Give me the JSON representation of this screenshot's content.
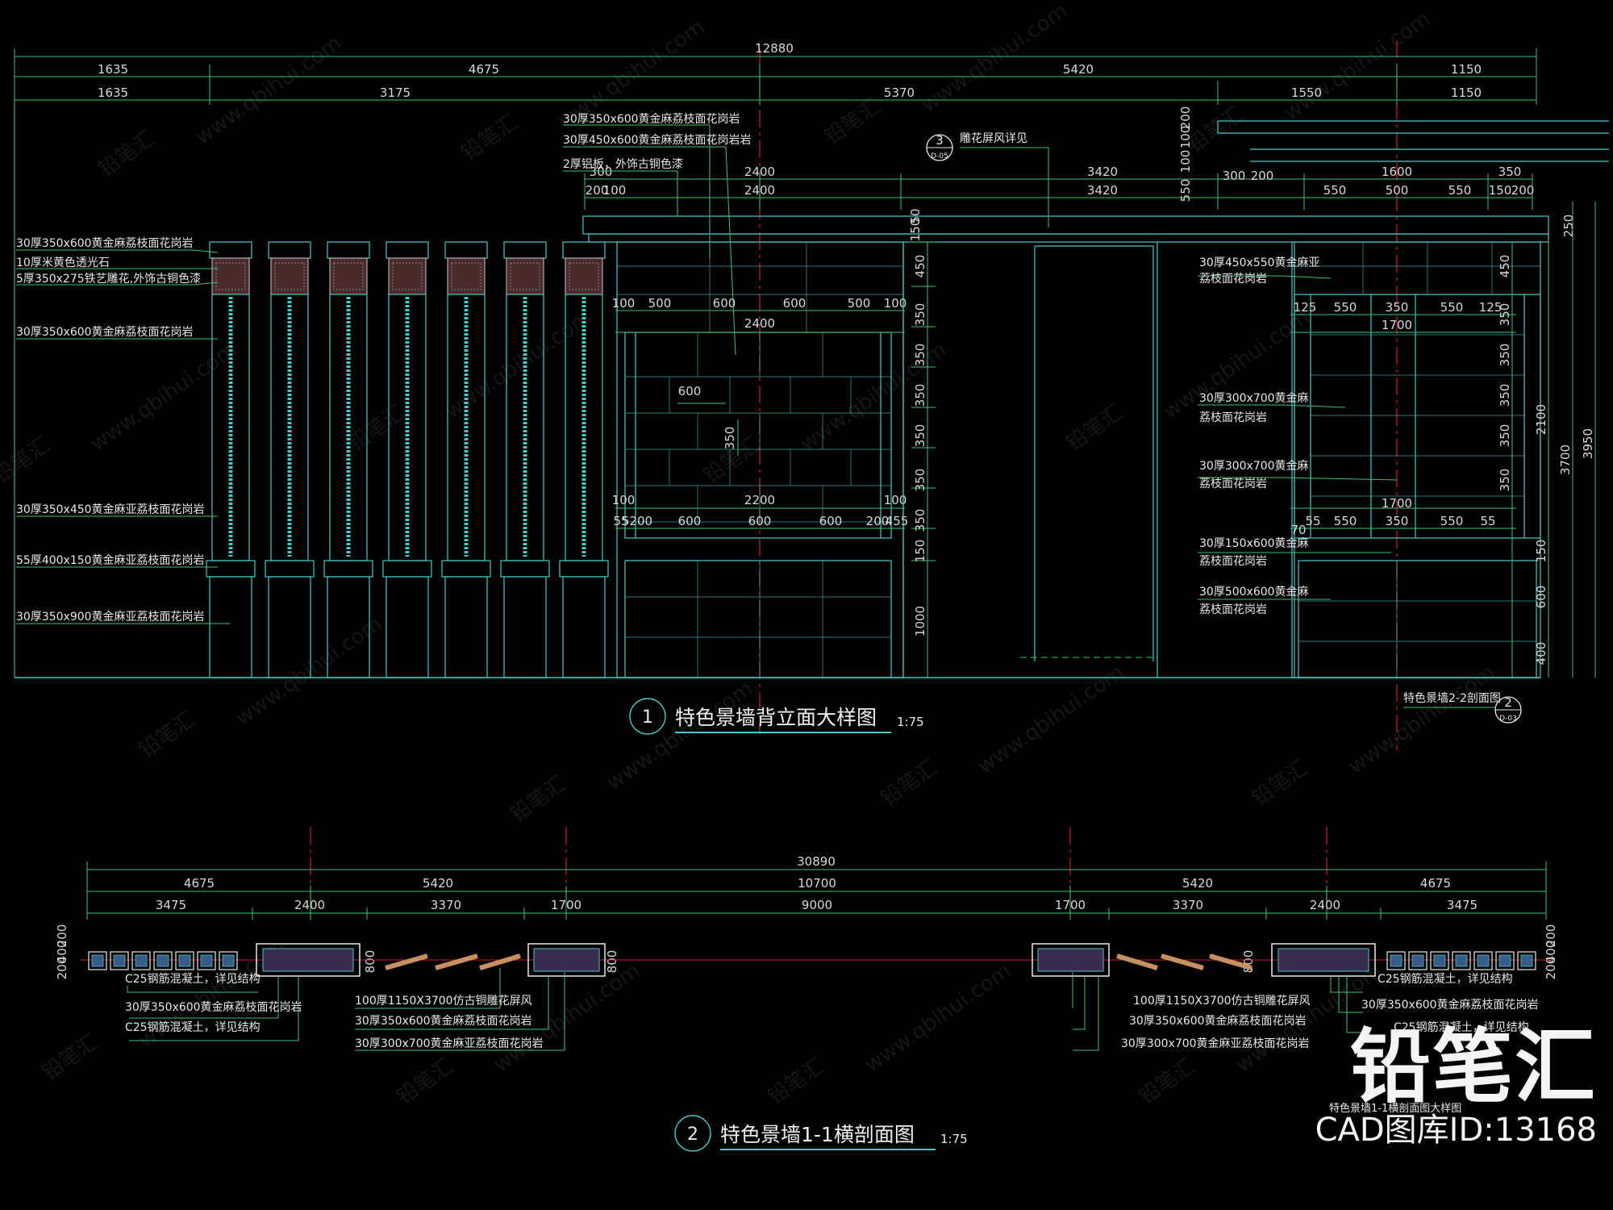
{
  "view1": {
    "number": "1",
    "title": "特色景墙背立面大样图",
    "scale": "1:75",
    "top_overall": "12880",
    "row1": [
      "1635",
      "4675",
      "5420",
      "1150"
    ],
    "row2": [
      "1635",
      "3175",
      "5370",
      "1550",
      "1150"
    ],
    "mid_row_a": [
      "2400",
      "3420",
      "1600",
      "350"
    ],
    "mid_row_b": [
      "200",
      "100",
      "2400",
      "3420",
      "550",
      "300",
      "200",
      "550",
      "500",
      "550",
      "150",
      "200"
    ],
    "mid_left_300": "300",
    "vert_top": [
      "100",
      "200",
      "100",
      "550",
      "50",
      "150",
      "50",
      "50",
      "250"
    ],
    "screen_inner_top": [
      "100",
      "500",
      "600",
      "600",
      "500",
      "100"
    ],
    "screen_inner_2400": "2400",
    "screen_inner_bottom_2200": "2200",
    "screen_inner_bottom": [
      "55",
      "5200",
      "600",
      "600",
      "600",
      "200",
      "455"
    ],
    "screen_inner_bottom_100a": "100",
    "screen_inner_bottom_100b": "100",
    "inner_600": "600",
    "inner_350": "350",
    "left_vert": [
      "450",
      "350",
      "350",
      "350",
      "350",
      "350",
      "350",
      "150",
      "1000"
    ],
    "right_panel_top": [
      "125",
      "550",
      "350",
      "550",
      "125"
    ],
    "right_panel_1700a": "1700",
    "right_panel_1700b": "1700",
    "right_panel_bottom": [
      "70",
      "55",
      "550",
      "350",
      "550",
      "55"
    ],
    "right_vert": [
      "450",
      "350",
      "350",
      "350",
      "350",
      "350",
      "150",
      "600",
      "400"
    ],
    "right_vert_outer": [
      "2100",
      "3700",
      "3950"
    ],
    "callout_3": {
      "num": "3",
      "sub": "D-05",
      "text": "雕花屏风详见"
    },
    "callout_2": {
      "num": "2",
      "sub": "D-03",
      "text": "特色景墙2-2剖面图"
    },
    "left_notes": [
      "30厚350x600黄金麻荔枝面花岗岩",
      "10厚米黄色透光石",
      "5厚350x275铁艺雕花,外饰古铜色漆",
      "30厚350x600黄金麻荔枝面花岗岩",
      "30厚350x450黄金麻亚荔枝面花岗岩",
      "55厚400x150黄金麻亚荔枝面花岗岩",
      "30厚350x900黄金麻亚荔枝面花岗岩"
    ],
    "top_notes": [
      "30厚350x600黄金麻荔枝面花岗岩",
      "30厚450x600黄金麻荔枝面花岗岩岩",
      "2厚铝板，外饰古铜色漆"
    ],
    "right_notes": [
      [
        "30厚450x550黄金麻亚",
        "荔枝面花岗岩"
      ],
      [
        "30厚300x700黄金麻",
        "荔枝面花岗岩"
      ],
      [
        "30厚300x700黄金麻",
        "荔枝面花岗岩"
      ],
      [
        "30厚150x600黄金麻",
        "荔枝面花岗岩"
      ],
      [
        "30厚500x600黄金麻",
        "荔枝面花岗岩"
      ]
    ]
  },
  "view2": {
    "number": "2",
    "title": "特色景墙1-1横剖面图",
    "scale": "1:75",
    "overall": "30890",
    "row1": [
      "4675",
      "5420",
      "10700",
      "5420",
      "4675"
    ],
    "row2": [
      "3475",
      "2400",
      "3370",
      "1700",
      "9000",
      "1700",
      "3370",
      "2400",
      "3475"
    ],
    "side_dims_left": [
      "200",
      "400",
      "200"
    ],
    "side_dims_right": [
      "200",
      "400",
      "200"
    ],
    "box_800": "800",
    "left_notes": [
      "C25钢筋混凝土，详见结构",
      "30厚350x600黄金麻荔枝面花岗岩",
      "C25钢筋混凝土，详见结构"
    ],
    "mid_left_notes": [
      "100厚1150X3700仿古铜雕花屏风",
      "30厚350x600黄金麻荔枝面花岗岩",
      "30厚300x700黄金麻亚荔枝面花岗岩"
    ],
    "mid_right_notes": [
      "100厚1150X3700仿古铜雕花屏风",
      "30厚350x600黄金麻荔枝面花岗岩",
      "30厚300x700黄金麻亚荔枝面花岗岩"
    ],
    "right_notes": [
      "C25钢筋混凝土，详见结构",
      "30厚350x600黄金麻荔枝面花岗岩",
      "C25钢筋混凝土，详见结构"
    ],
    "hidden_note": "特色景墙1-1横剖面图大样图"
  },
  "watermark": {
    "site": "www.qbihui.com",
    "brand": "铅笔汇"
  },
  "branding": {
    "name": "铅笔汇",
    "id_text": "CAD图库ID:13168"
  },
  "colors": {
    "background": "#000000",
    "dimension": "#3cc46a",
    "outline": "#48c8c8",
    "axis": "#c8202a",
    "hatch": "#8a5a3c",
    "text": "#e8e8e8"
  }
}
